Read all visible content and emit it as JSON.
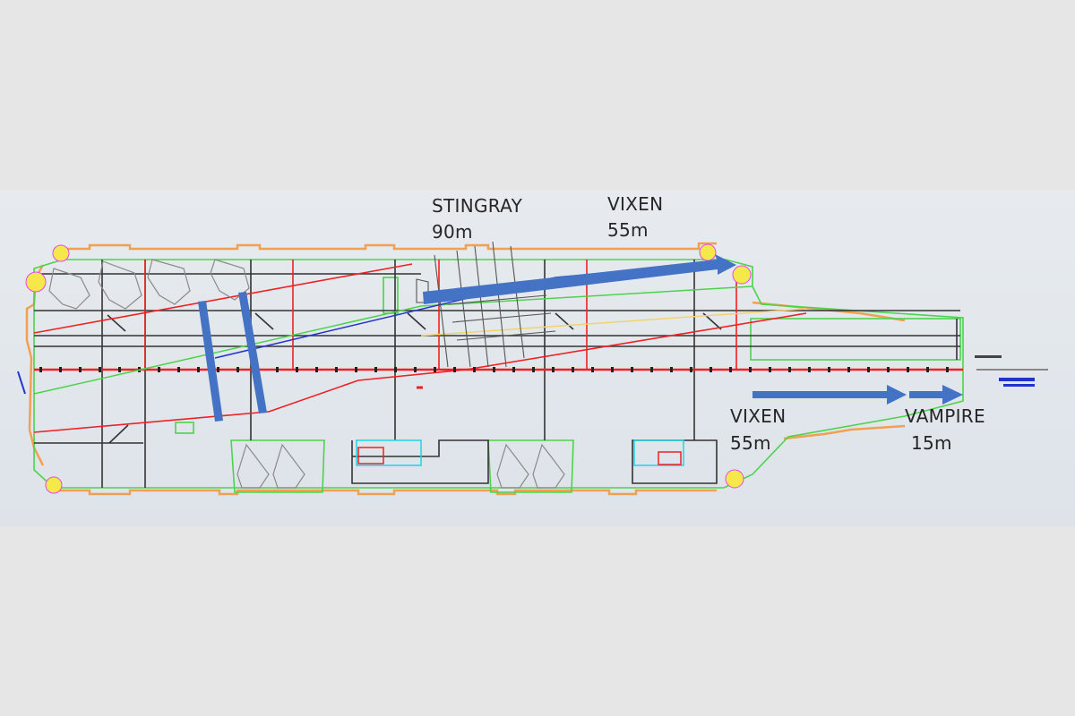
{
  "diagram": {
    "subject": "Aircraft carrier flight deck plan with UAV launch/recovery run distances",
    "labels": [
      {
        "id": "stingray",
        "name": "STINGRAY",
        "distance": "90m"
      },
      {
        "id": "vixen_top",
        "name": "VIXEN",
        "distance": "55m"
      },
      {
        "id": "vixen_bottom",
        "name": "VIXEN",
        "distance": "55m"
      },
      {
        "id": "vampire",
        "name": "VAMPIRE",
        "distance": "15m"
      }
    ],
    "colors": {
      "page_background": "#e6e6e6",
      "figure_background": "#e3e8ed",
      "arrow_blue": "#4472c4",
      "deck_edge_orange": "#f0a050",
      "safety_line_green": "#4cd34c",
      "centerline_red": "#ee2222",
      "structure_black": "#333333",
      "thin_blue": "#2233cc",
      "yellow_line": "#f2d36b",
      "spot_yellow": "#f5e84a",
      "marker_magenta": "#ee44ee",
      "cyan_outline": "#22d3e6"
    },
    "arrows": [
      {
        "id": "stingray-vixen-path",
        "from": [
          472,
          332
        ],
        "to": [
          822,
          296
        ]
      },
      {
        "id": "vixen-lower-run",
        "from": [
          840,
          441
        ],
        "to": [
          1010,
          441
        ]
      },
      {
        "id": "vampire-run",
        "from": [
          1015,
          441
        ],
        "to": [
          1075,
          441
        ]
      }
    ],
    "bars": [
      {
        "id": "arrest-bar-1",
        "from": [
          225,
          337
        ],
        "to": [
          244,
          470
        ]
      },
      {
        "id": "arrest-bar-2",
        "from": [
          270,
          327
        ],
        "to": [
          293,
          461
        ]
      }
    ]
  }
}
